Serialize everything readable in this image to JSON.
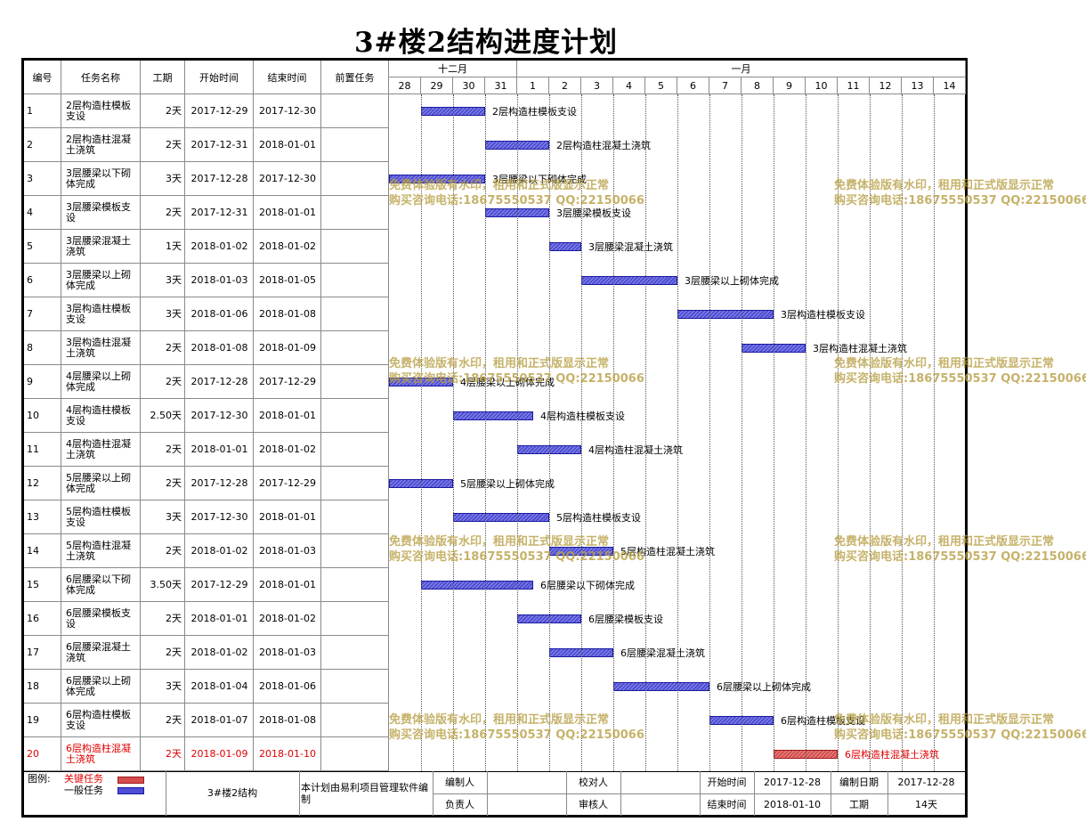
{
  "title": "3#楼2结构进度计划",
  "columns": {
    "id": "编号",
    "name": "任务名称",
    "duration": "工期",
    "start": "开始时间",
    "end": "结束时间",
    "predecessor": "前置任务"
  },
  "timeline": {
    "months": [
      "十二月",
      "一月"
    ],
    "days": [
      "28",
      "29",
      "30",
      "31",
      "1",
      "2",
      "3",
      "4",
      "5",
      "6",
      "7",
      "8",
      "9",
      "10",
      "11",
      "12",
      "13",
      "14"
    ]
  },
  "tasks": [
    {
      "id": "1",
      "name": "2层构造柱模板支设",
      "duration": "2天",
      "start": "2017-12-29",
      "end": "2017-12-30",
      "offset": 1,
      "length": 2,
      "critical": false
    },
    {
      "id": "2",
      "name": "2层构造柱混凝土浇筑",
      "duration": "2天",
      "start": "2017-12-31",
      "end": "2018-01-01",
      "offset": 3,
      "length": 2,
      "critical": false
    },
    {
      "id": "3",
      "name": "3层腰梁以下砌体完成",
      "duration": "3天",
      "start": "2017-12-28",
      "end": "2017-12-30",
      "offset": 0,
      "length": 3,
      "critical": false
    },
    {
      "id": "4",
      "name": "3层腰梁模板支设",
      "duration": "2天",
      "start": "2017-12-31",
      "end": "2018-01-01",
      "offset": 3,
      "length": 2,
      "critical": false
    },
    {
      "id": "5",
      "name": "3层腰梁混凝土浇筑",
      "duration": "1天",
      "start": "2018-01-02",
      "end": "2018-01-02",
      "offset": 5,
      "length": 1,
      "critical": false
    },
    {
      "id": "6",
      "name": "3层腰梁以上砌体完成",
      "duration": "3天",
      "start": "2018-01-03",
      "end": "2018-01-05",
      "offset": 6,
      "length": 3,
      "critical": false
    },
    {
      "id": "7",
      "name": "3层构造柱模板支设",
      "duration": "3天",
      "start": "2018-01-06",
      "end": "2018-01-08",
      "offset": 9,
      "length": 3,
      "critical": false
    },
    {
      "id": "8",
      "name": "3层构造柱混凝土浇筑",
      "duration": "2天",
      "start": "2018-01-08",
      "end": "2018-01-09",
      "offset": 11,
      "length": 2,
      "critical": false
    },
    {
      "id": "9",
      "name": "4层腰梁以上砌体完成",
      "duration": "2天",
      "start": "2017-12-28",
      "end": "2017-12-29",
      "offset": 0,
      "length": 2,
      "critical": false
    },
    {
      "id": "10",
      "name": "4层构造柱模板支设",
      "duration": "2.50天",
      "start": "2017-12-30",
      "end": "2018-01-01",
      "offset": 2,
      "length": 2.5,
      "critical": false
    },
    {
      "id": "11",
      "name": "4层构造柱混凝土浇筑",
      "duration": "2天",
      "start": "2018-01-01",
      "end": "2018-01-02",
      "offset": 4,
      "length": 2,
      "critical": false
    },
    {
      "id": "12",
      "name": "5层腰梁以上砌体完成",
      "duration": "2天",
      "start": "2017-12-28",
      "end": "2017-12-29",
      "offset": 0,
      "length": 2,
      "critical": false
    },
    {
      "id": "13",
      "name": "5层构造柱模板支设",
      "duration": "3天",
      "start": "2017-12-30",
      "end": "2018-01-01",
      "offset": 2,
      "length": 3,
      "critical": false
    },
    {
      "id": "14",
      "name": "5层构造柱混凝土浇筑",
      "duration": "2天",
      "start": "2018-01-02",
      "end": "2018-01-03",
      "offset": 5,
      "length": 2,
      "critical": false
    },
    {
      "id": "15",
      "name": "6层腰梁以下砌体完成",
      "duration": "3.50天",
      "start": "2017-12-29",
      "end": "2018-01-01",
      "offset": 1,
      "length": 3.5,
      "critical": false
    },
    {
      "id": "16",
      "name": "6层腰梁模板支设",
      "duration": "2天",
      "start": "2018-01-01",
      "end": "2018-01-02",
      "offset": 4,
      "length": 2,
      "critical": false
    },
    {
      "id": "17",
      "name": "6层腰梁混凝土浇筑",
      "duration": "2天",
      "start": "2018-01-02",
      "end": "2018-01-03",
      "offset": 5,
      "length": 2,
      "critical": false
    },
    {
      "id": "18",
      "name": "6层腰梁以上砌体完成",
      "duration": "3天",
      "start": "2018-01-04",
      "end": "2018-01-06",
      "offset": 7,
      "length": 3,
      "critical": false
    },
    {
      "id": "19",
      "name": "6层构造柱模板支设",
      "duration": "2天",
      "start": "2018-01-07",
      "end": "2018-01-08",
      "offset": 10,
      "length": 2,
      "critical": false
    },
    {
      "id": "20",
      "name": "6层构造柱混凝土浇筑",
      "duration": "2天",
      "start": "2018-01-09",
      "end": "2018-01-10",
      "offset": 12,
      "length": 2,
      "critical": true
    }
  ],
  "footer": {
    "legend_label": "图例:",
    "critical_label": "关键任务",
    "normal_label": "一般任务",
    "project_name": "3#楼2结构",
    "software_note": "本计划由易利项目管理软件编制",
    "editor_label": "编制人",
    "editor_value": "",
    "owner_label": "负责人",
    "owner_value": "",
    "checker_label": "校对人",
    "checker_value": "",
    "reviewer_label": "审核人",
    "reviewer_value": "",
    "start_label": "开始时间",
    "start_value": "2017-12-28",
    "end_label": "结束时间",
    "end_value": "2018-01-10",
    "made_date_label": "编制日期",
    "made_date_value": "2017-12-28",
    "duration_label": "工期",
    "duration_value": "14天"
  },
  "watermark": {
    "line1": "免费体验版有水印，租用和正式版显示正常",
    "line2": "购买咨询电话:18675550537 QQ:22150066"
  },
  "colors": {
    "normal_bar": "#4d4dd6",
    "critical_bar": "#d64d4d",
    "critical_text": "#e00000"
  }
}
